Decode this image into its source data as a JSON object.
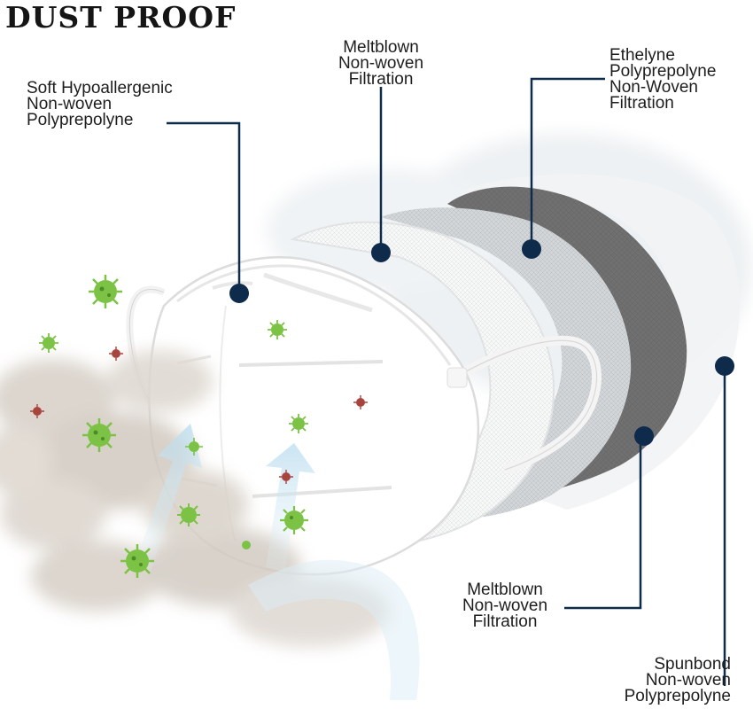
{
  "title": "DUST PROOF",
  "labels": [
    {
      "id": "soft",
      "lines": [
        "Soft Hypoallergenic",
        "Non-woven",
        "Polyprepolyne"
      ]
    },
    {
      "id": "meltblown_top",
      "lines": [
        "Meltblown",
        "Non-woven",
        "Filtration"
      ]
    },
    {
      "id": "ethelyne",
      "lines": [
        "Ethelyne",
        "Polyprepolyne",
        "Non-Woven",
        "Filtration"
      ]
    },
    {
      "id": "meltblown_bottom",
      "lines": [
        "Meltblown",
        "Non-woven",
        "Filtration"
      ]
    },
    {
      "id": "spunbond",
      "lines": [
        "Spunbond",
        "Non-woven",
        "Polyprepolyne"
      ]
    }
  ],
  "colors": {
    "marker": "#0e2b4c",
    "virus_green": "#7cc245",
    "virus_red": "#a8443e",
    "dark_layer": "#6e6e6e",
    "gray_layer": "#cfd3d6",
    "smoke": "#cfc8bf",
    "arrow": "#cfe6f3"
  }
}
